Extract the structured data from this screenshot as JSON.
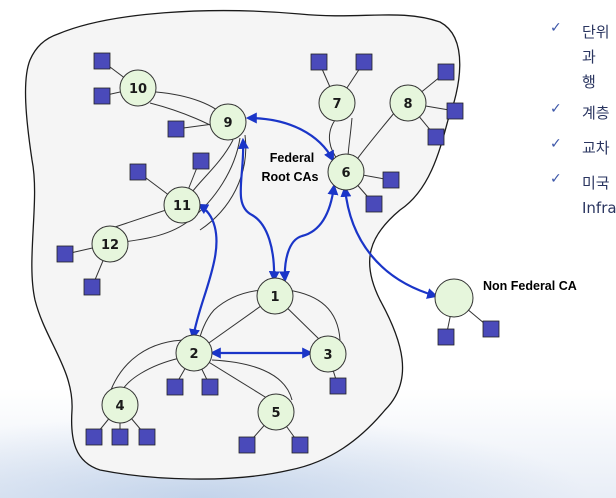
{
  "diagram": {
    "nodes": [
      {
        "id": "1",
        "label": "1"
      },
      {
        "id": "2",
        "label": "2"
      },
      {
        "id": "3",
        "label": "3"
      },
      {
        "id": "4",
        "label": "4"
      },
      {
        "id": "5",
        "label": "5"
      },
      {
        "id": "6",
        "label": "6"
      },
      {
        "id": "7",
        "label": "7"
      },
      {
        "id": "8",
        "label": "8"
      },
      {
        "id": "9",
        "label": "9"
      },
      {
        "id": "10",
        "label": "10"
      },
      {
        "id": "11",
        "label": "11"
      },
      {
        "id": "12",
        "label": "12"
      },
      {
        "id": "nf",
        "label": ""
      }
    ],
    "bridge_links": [
      [
        "9",
        "6"
      ],
      [
        "9",
        "1"
      ],
      [
        "6",
        "1"
      ],
      [
        "11",
        "2"
      ],
      [
        "2",
        "3"
      ],
      [
        "6",
        "nf"
      ]
    ],
    "federal_label_line1": "Federal",
    "federal_label_line2": "Root CAs",
    "non_federal_label": "Non Federal CA",
    "colors": {
      "node_fill": "#e6f6dc",
      "leaf_fill": "#4a4aba",
      "bridge_arrow": "#1a35c8",
      "cloud_fill": "#f5f5f5"
    }
  },
  "side_panel": {
    "bullets": [
      {
        "lines": [
          "단위",
          "과",
          "행"
        ]
      },
      {
        "lines": [
          "계층"
        ]
      },
      {
        "lines": [
          "교차"
        ]
      },
      {
        "lines": [
          "미국",
          "Infra"
        ]
      }
    ]
  }
}
